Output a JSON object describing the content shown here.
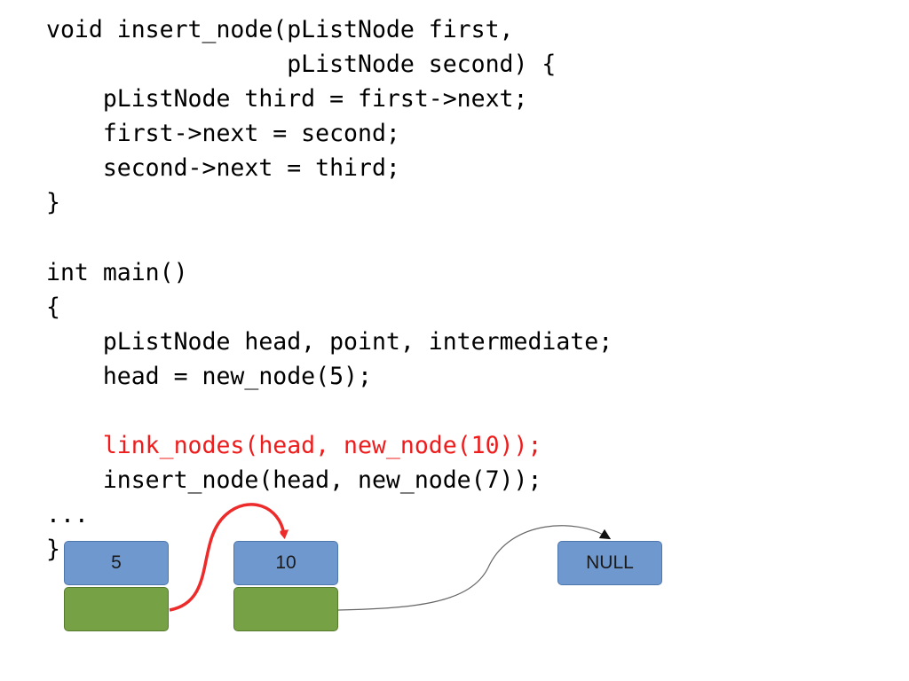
{
  "code": {
    "lines": [
      {
        "text": "void insert_node(pListNode first,",
        "highlight": false
      },
      {
        "text": "                 pListNode second) {",
        "highlight": false
      },
      {
        "text": "    pListNode third = first->next;",
        "highlight": false
      },
      {
        "text": "    first->next = second;",
        "highlight": false
      },
      {
        "text": "    second->next = third;",
        "highlight": false
      },
      {
        "text": "}",
        "highlight": false
      },
      {
        "text": "",
        "highlight": false
      },
      {
        "text": "int main()",
        "highlight": false
      },
      {
        "text": "{",
        "highlight": false
      },
      {
        "text": "    pListNode head, point, intermediate;",
        "highlight": false
      },
      {
        "text": "    head = new_node(5);",
        "highlight": false
      },
      {
        "text": "",
        "highlight": false
      },
      {
        "text": "    link_nodes(head, new_node(10));",
        "highlight": true
      },
      {
        "text": "    insert_node(head, new_node(7));",
        "highlight": false
      },
      {
        "text": "...",
        "highlight": false
      },
      {
        "text": "}",
        "highlight": false
      }
    ],
    "highlight_color": "#ee1c1c"
  },
  "diagram": {
    "nodes": [
      {
        "name": "node-5",
        "value": "5"
      },
      {
        "name": "node-10",
        "value": "10"
      },
      {
        "name": "node-null",
        "value": "NULL"
      }
    ],
    "colors": {
      "value_box": "#6f98cf",
      "pointer_box": "#76a144",
      "highlight_arrow": "#ee2b2b",
      "plain_arrow": "#666666"
    }
  }
}
